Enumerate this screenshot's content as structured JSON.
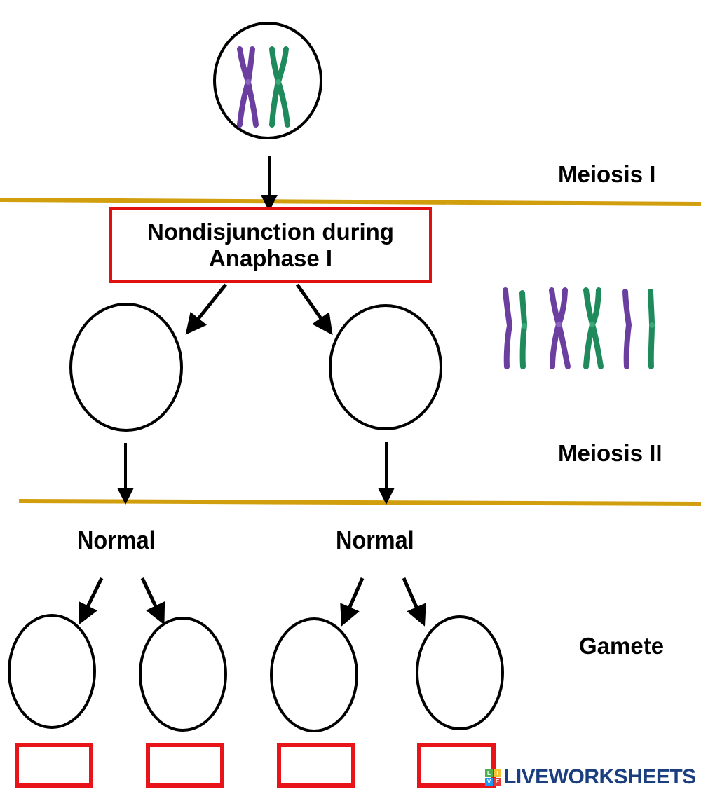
{
  "stage_labels": {
    "meiosis_1": "Meiosis I",
    "meiosis_2": "Meiosis II",
    "gamete": "Gamete"
  },
  "event_box": {
    "line1": "Nondisjunction during",
    "line2": "Anaphase I"
  },
  "daughter_labels": [
    "Normal",
    "Normal"
  ],
  "chromosome_colors": {
    "maternal": "#6a3fa0",
    "paternal": "#1f8a5c"
  },
  "divider_color": "#d19f0e",
  "answer_box_color": "#e8141a",
  "answer_boxes": [
    {
      "id": "gamete-1",
      "value": ""
    },
    {
      "id": "gamete-2",
      "value": ""
    },
    {
      "id": "gamete-3",
      "value": ""
    },
    {
      "id": "gamete-4",
      "value": ""
    }
  ],
  "watermark": {
    "mark_letters": [
      "L",
      "I",
      "V",
      "E"
    ],
    "mark_colors": [
      "#4caf50",
      "#fbc02d",
      "#2196f3",
      "#e53935"
    ],
    "text": "LIVEWORKSHEETS"
  }
}
